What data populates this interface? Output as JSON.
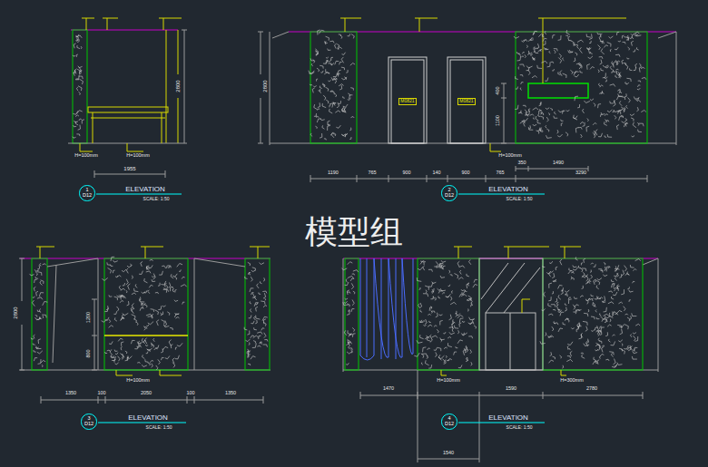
{
  "diagram": {
    "nodes": [
      {
        "text": [
          "1",
          "D12"
        ]
      },
      {
        "text": [
          "M0821"
        ]
      },
      {
        "text": [
          "M0821"
        ]
      },
      {
        "text": [
          "2",
          "D12"
        ]
      },
      {
        "text": [
          "3",
          "D12"
        ]
      },
      {
        "text": [
          "4",
          "D12"
        ]
      }
    ],
    "labels": [
      "模型组",
      "2800",
      "1955",
      "H=100mm",
      "H=100mm",
      "ELEVATION",
      "SCALE: 1:50",
      "2800",
      "400",
      "1100",
      "350",
      "1490",
      "1190",
      "765",
      "900",
      "140",
      "900",
      "765",
      "3290",
      "H=100mm",
      "ELEVATION",
      "SCALE: 1:50",
      "2800",
      "1200",
      "800",
      "1350",
      "100",
      "2050",
      "100",
      "1350",
      "H=100mm",
      "ELEVATION",
      "SCALE: 1:50",
      "1470",
      "1590",
      "2780",
      "1540",
      "H=100mm",
      "H=300mm",
      "ELEVATION",
      "SCALE: 1:50"
    ]
  }
}
